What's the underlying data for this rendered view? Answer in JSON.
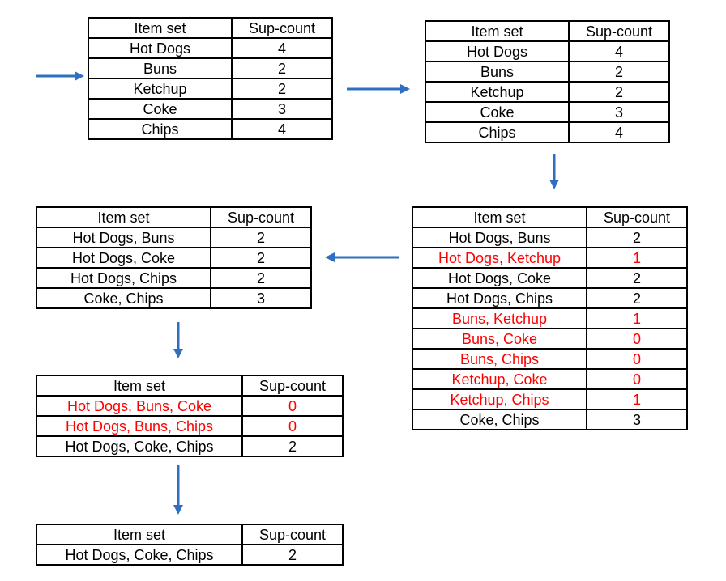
{
  "headers": {
    "itemset": "Item set",
    "supcount": "Sup-count"
  },
  "highlight_color": "#ff0000",
  "arrow_color": "#2e6fc0",
  "tables": [
    {
      "id": "c1",
      "rows": [
        {
          "item": "Hot Dogs",
          "count": "4",
          "pruned": false
        },
        {
          "item": "Buns",
          "count": "2",
          "pruned": false
        },
        {
          "item": "Ketchup",
          "count": "2",
          "pruned": false
        },
        {
          "item": "Coke",
          "count": "3",
          "pruned": false
        },
        {
          "item": "Chips",
          "count": "4",
          "pruned": false
        }
      ]
    },
    {
      "id": "l1",
      "rows": [
        {
          "item": "Hot Dogs",
          "count": "4",
          "pruned": false
        },
        {
          "item": "Buns",
          "count": "2",
          "pruned": false
        },
        {
          "item": "Ketchup",
          "count": "2",
          "pruned": false
        },
        {
          "item": "Coke",
          "count": "3",
          "pruned": false
        },
        {
          "item": "Chips",
          "count": "4",
          "pruned": false
        }
      ]
    },
    {
      "id": "c2",
      "rows": [
        {
          "item": "Hot Dogs, Buns",
          "count": "2",
          "pruned": false
        },
        {
          "item": "Hot Dogs, Ketchup",
          "count": "1",
          "pruned": true
        },
        {
          "item": "Hot Dogs, Coke",
          "count": "2",
          "pruned": false
        },
        {
          "item": "Hot Dogs, Chips",
          "count": "2",
          "pruned": false
        },
        {
          "item": "Buns, Ketchup",
          "count": "1",
          "pruned": true
        },
        {
          "item": "Buns, Coke",
          "count": "0",
          "pruned": true
        },
        {
          "item": "Buns, Chips",
          "count": "0",
          "pruned": true
        },
        {
          "item": "Ketchup, Coke",
          "count": "0",
          "pruned": true
        },
        {
          "item": "Ketchup, Chips",
          "count": "1",
          "pruned": true
        },
        {
          "item": "Coke, Chips",
          "count": "3",
          "pruned": false
        }
      ]
    },
    {
      "id": "l2",
      "rows": [
        {
          "item": "Hot Dogs, Buns",
          "count": "2",
          "pruned": false
        },
        {
          "item": "Hot Dogs, Coke",
          "count": "2",
          "pruned": false
        },
        {
          "item": "Hot Dogs, Chips",
          "count": "2",
          "pruned": false
        },
        {
          "item": "Coke, Chips",
          "count": "3",
          "pruned": false
        }
      ]
    },
    {
      "id": "c3",
      "rows": [
        {
          "item": "Hot Dogs, Buns, Coke",
          "count": "0",
          "pruned": true
        },
        {
          "item": "Hot Dogs, Buns, Chips",
          "count": "0",
          "pruned": true
        },
        {
          "item": "Hot Dogs, Coke, Chips",
          "count": "2",
          "pruned": false
        }
      ]
    },
    {
      "id": "l3",
      "rows": [
        {
          "item": "Hot Dogs, Coke, Chips",
          "count": "2",
          "pruned": false
        }
      ]
    }
  ]
}
